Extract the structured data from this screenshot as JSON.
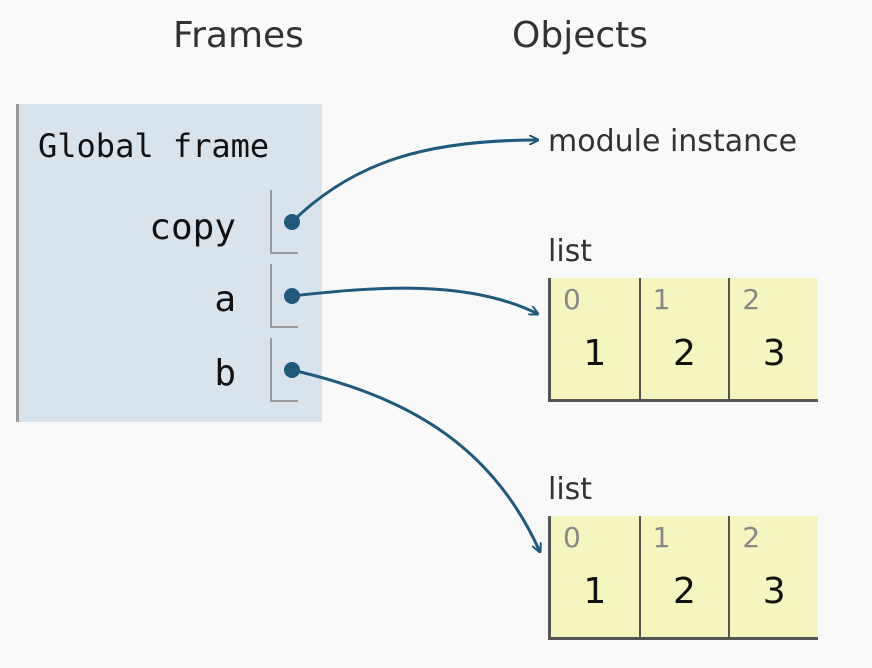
{
  "headers": {
    "frames": "Frames",
    "objects": "Objects"
  },
  "frame": {
    "title": "Global frame",
    "variables": [
      {
        "name": "copy"
      },
      {
        "name": "a"
      },
      {
        "name": "b"
      }
    ]
  },
  "objects": {
    "module": {
      "label": "module instance"
    },
    "lists": [
      {
        "label": "list",
        "cells": [
          {
            "index": "0",
            "value": "1"
          },
          {
            "index": "1",
            "value": "2"
          },
          {
            "index": "2",
            "value": "3"
          }
        ]
      },
      {
        "label": "list",
        "cells": [
          {
            "index": "0",
            "value": "1"
          },
          {
            "index": "1",
            "value": "2"
          },
          {
            "index": "2",
            "value": "3"
          }
        ]
      }
    ]
  },
  "colors": {
    "frame_background": "#d9e3ec",
    "list_cell_background": "#f5f5bf",
    "pointer": "#1f5a7d"
  }
}
